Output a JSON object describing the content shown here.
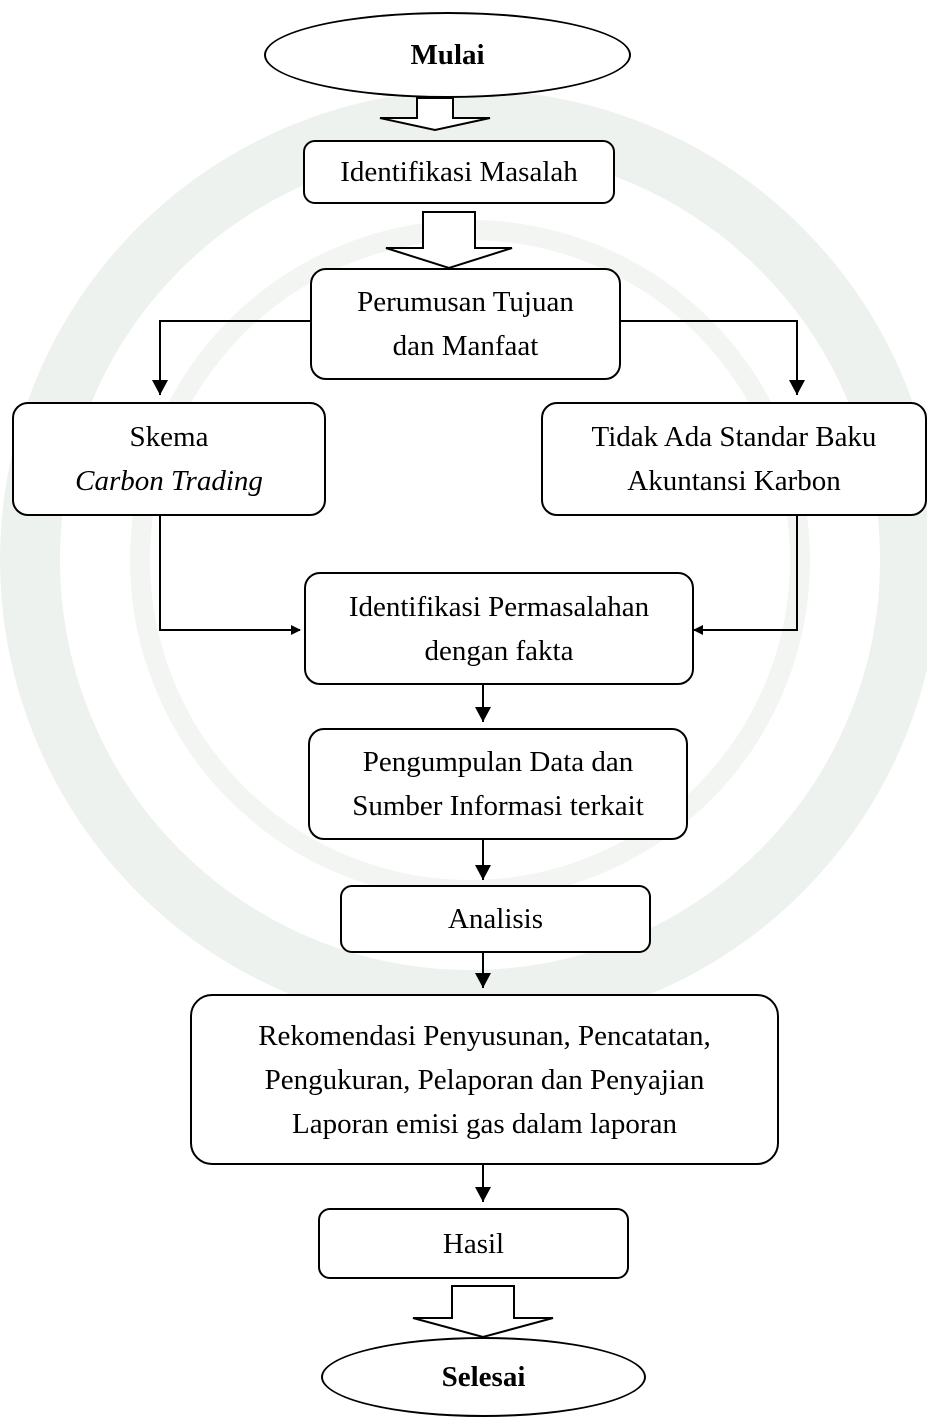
{
  "flowchart": {
    "start": "Mulai",
    "step_identifikasi_masalah": "Identifikasi Masalah",
    "step_perumusan": [
      "Perumusan Tujuan",
      "dan Manfaat"
    ],
    "step_skema": [
      "Skema",
      "Carbon Trading"
    ],
    "step_tidak_ada_standar": [
      "Tidak Ada Standar Baku",
      "Akuntansi Karbon"
    ],
    "step_identifikasi_permasalahan": [
      "Identifikasi Permasalahan",
      "dengan fakta"
    ],
    "step_pengumpulan": [
      "Pengumpulan Data dan",
      "Sumber Informasi terkait"
    ],
    "step_analisis": "Analisis",
    "step_rekomendasi": [
      "Rekomendasi Penyusunan, Pencatatan,",
      "Pengukuran, Pelaporan dan Penyajian",
      "Laporan emisi gas dalam laporan"
    ],
    "step_hasil": "Hasil",
    "end": "Selesai"
  },
  "colors": {
    "stroke": "#000000",
    "background": "#ffffff",
    "watermark": "#eef2ee"
  }
}
